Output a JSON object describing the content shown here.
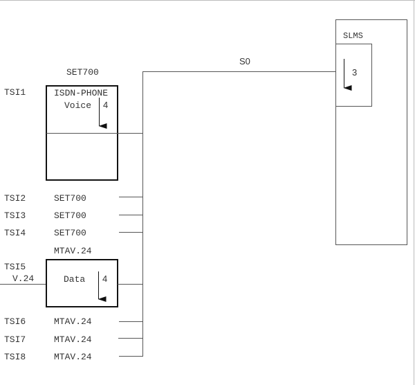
{
  "diagram": {
    "bus_label": "S0",
    "slms": {
      "label": "SLMS",
      "arrow_number": "3"
    },
    "terminals": [
      {
        "tsi": "TSI1",
        "device": "SET700",
        "box_title": "ISDN-PHONE",
        "service": "Voice",
        "arrow_number": "4"
      },
      {
        "tsi": "TSI2",
        "device": "SET700"
      },
      {
        "tsi": "TSI3",
        "device": "SET700"
      },
      {
        "tsi": "TSI4",
        "device": "SET700"
      },
      {
        "tsi": "TSI5",
        "device": "MTAV.24",
        "interface": "V.24",
        "service": "Data",
        "arrow_number": "4"
      },
      {
        "tsi": "TSI6",
        "device": "MTAV.24"
      },
      {
        "tsi": "TSI7",
        "device": "MTAV.24"
      },
      {
        "tsi": "TSI8",
        "device": "MTAV.24"
      }
    ]
  }
}
